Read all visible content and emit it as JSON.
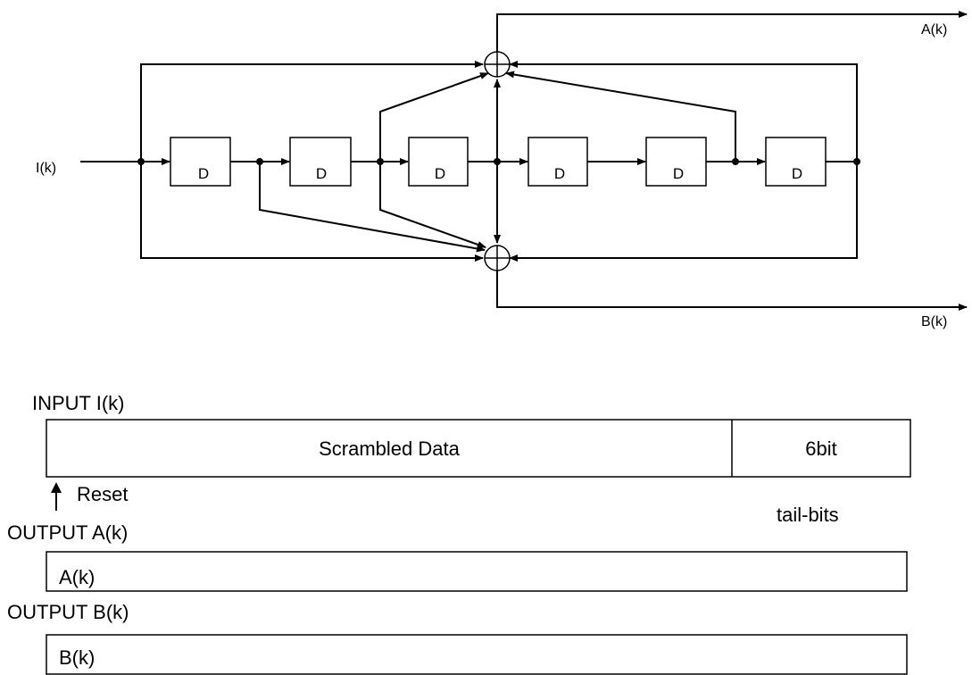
{
  "encoder": {
    "input_label": "I(k)",
    "output_a_label": "A(k)",
    "output_b_label": "B(k)",
    "delay_blocks": [
      "D",
      "D",
      "D",
      "D",
      "D",
      "D"
    ]
  },
  "frames": {
    "input_title": "INPUT I(k)",
    "data_segment": "Scrambled Data",
    "tail_segment": "6bit",
    "reset_label": "Reset",
    "tail_caption": "tail-bits",
    "output_a_title": "OUTPUT A(k)",
    "output_a_bar": "A(k)",
    "output_b_title": "OUTPUT B(k)",
    "output_b_bar": "B(k)"
  }
}
